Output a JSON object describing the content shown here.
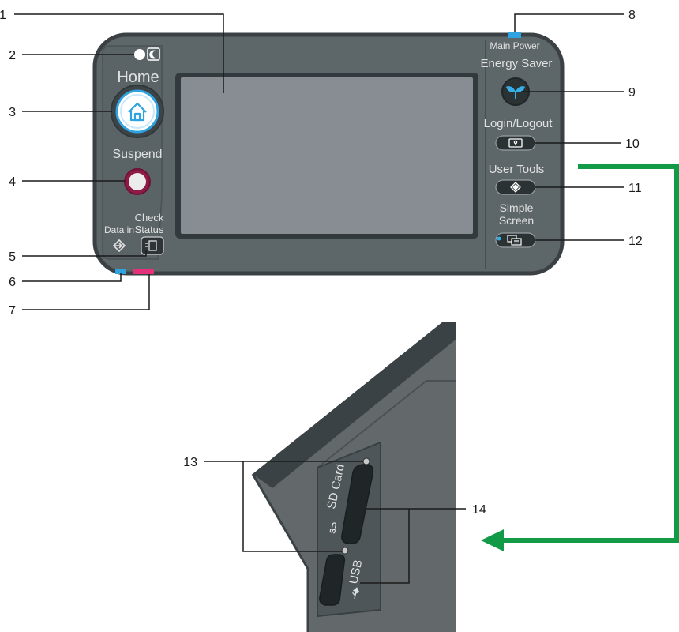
{
  "diagram": {
    "callouts": [
      "1",
      "2",
      "3",
      "4",
      "5",
      "6",
      "7",
      "8",
      "9",
      "10",
      "11",
      "12",
      "13",
      "14"
    ],
    "panel_labels": {
      "home": "Home",
      "suspend": "Suspend",
      "check": "Check",
      "status": "Status",
      "data_in": "Data in",
      "main_power": "Main Power",
      "energy_saver": "Energy Saver",
      "login_logout": "Login/Logout",
      "user_tools": "User Tools",
      "simple": "Simple",
      "screen": "Screen",
      "sd_card": "SD Card",
      "usb": "USB"
    },
    "icons": [
      "moon-icon",
      "home-icon",
      "data-in-icon",
      "check-status-icon",
      "leaf-icon",
      "key-icon",
      "user-tools-icon",
      "simple-screen-icon",
      "sd-logo-icon",
      "usb-icon"
    ],
    "colors": {
      "panel": "#5d6669",
      "panel_border": "#3c4346",
      "screen": "#878d92",
      "side_body": "#63696b",
      "status_blue": "#2fa3e0",
      "status_pink": "#e5317b",
      "arrow_green": "#129a47"
    }
  }
}
